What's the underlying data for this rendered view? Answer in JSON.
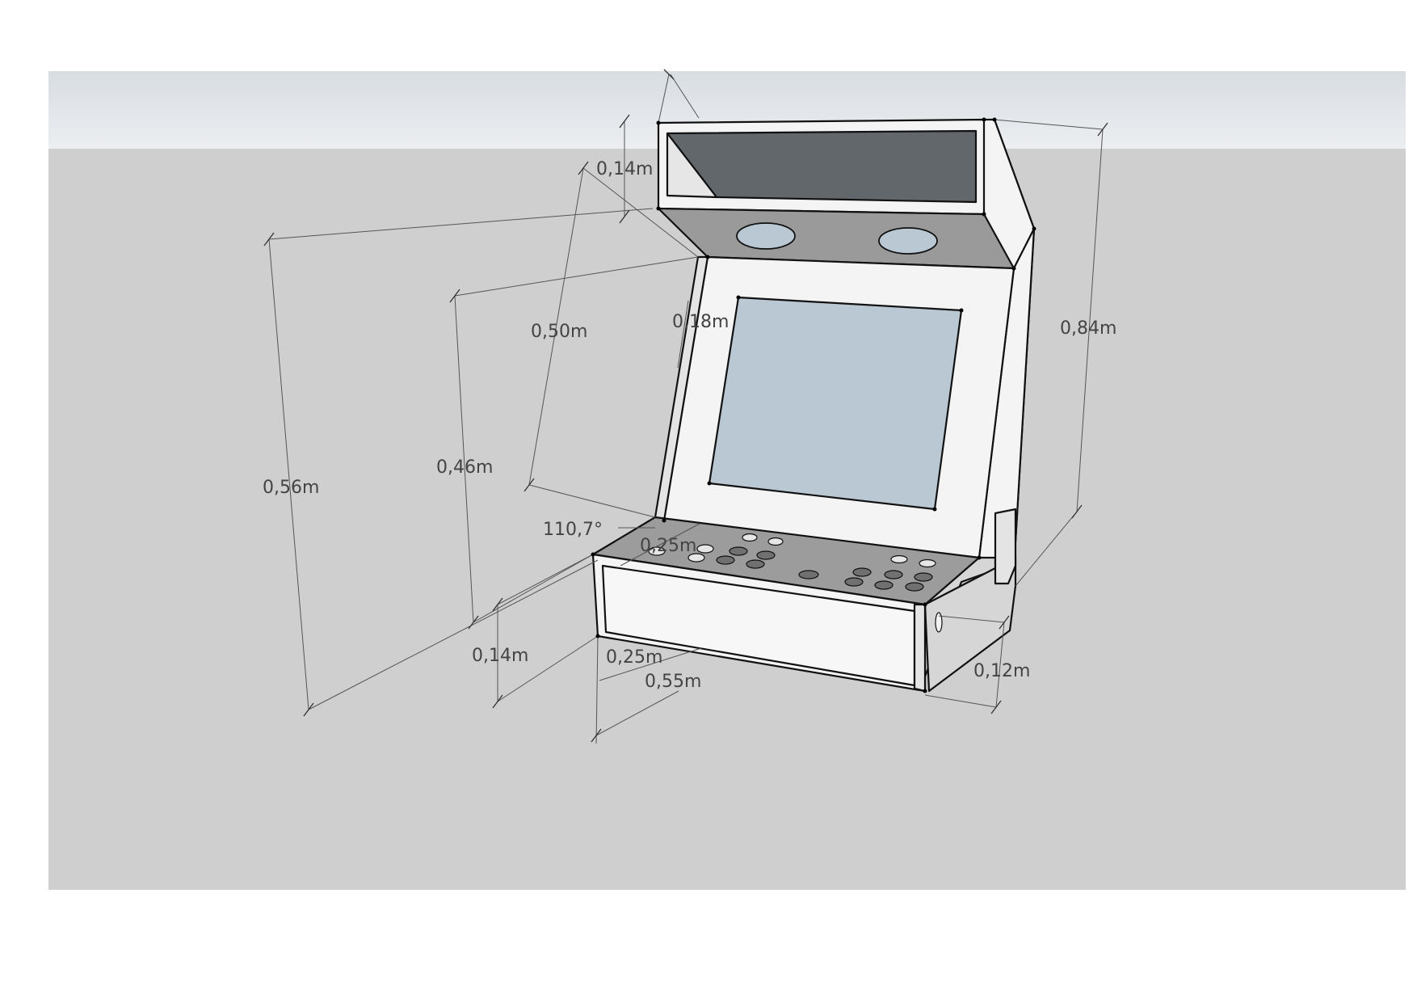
{
  "colors": {
    "page": "#ffffff",
    "sky_top": "#d8dde2",
    "sky_bottom": "#eceef1",
    "ground": "#cfcfcf",
    "panel_white": "#f4f4f4",
    "panel_light": "#e9e9e9",
    "marquee_dark": "#62676b",
    "bezel_grey": "#9a9a9a",
    "control_panel": "#9c9c9c",
    "screen": "#b9c8d2",
    "button_dark": "#707070",
    "button_light": "#e6e6e6",
    "side_grey": "#d6d6d6",
    "dimension_line": "#555555",
    "dimension_text": "#444444"
  },
  "dimensions": {
    "marquee_height": "0,14m",
    "screen_panel_length": "0,50m",
    "screen_inset": "0,18m",
    "total_height": "0,84m",
    "front_height": "0,56m",
    "screen_height": "0,46m",
    "panel_angle": "110,7°",
    "control_panel_depth": "0,25m",
    "base_height": "0,14m",
    "base_depth": "0,25m",
    "width": "0,55m",
    "side_height": "0,12m"
  }
}
